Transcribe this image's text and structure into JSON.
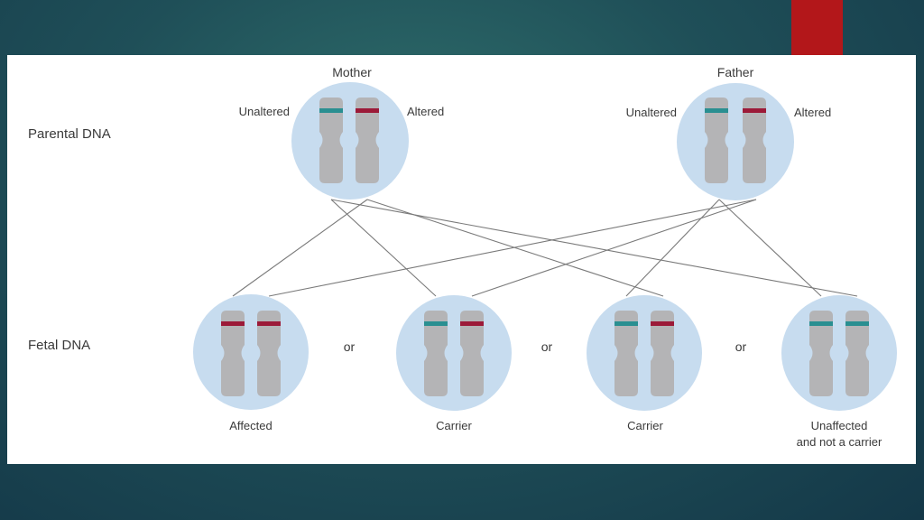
{
  "slide": {
    "colors": {
      "accent": "#b3171a",
      "circle": "#c7dcef",
      "chromosome": "#b4b4b6",
      "unaltered_band": "#2a8f91",
      "altered_band": "#9c1a38",
      "line": "#7a7a7a"
    }
  },
  "diagram": {
    "row_labels": {
      "parental": "Parental DNA",
      "fetal": "Fetal DNA"
    },
    "parents": [
      {
        "title": "Mother",
        "left_label": "Unaltered",
        "right_label": "Altered",
        "bands": [
          "unaltered",
          "altered"
        ]
      },
      {
        "title": "Father",
        "left_label": "Unaltered",
        "right_label": "Altered",
        "bands": [
          "unaltered",
          "altered"
        ]
      }
    ],
    "children": [
      {
        "caption": "Affected",
        "bands": [
          "altered",
          "altered"
        ]
      },
      {
        "caption": "Carrier",
        "bands": [
          "unaltered",
          "altered"
        ]
      },
      {
        "caption": "Carrier",
        "bands": [
          "unaltered",
          "altered"
        ]
      },
      {
        "caption_line1": "Unaffected",
        "caption_line2": "and not a carrier",
        "bands": [
          "unaltered",
          "unaltered"
        ]
      }
    ],
    "separators": [
      "or",
      "or",
      "or"
    ]
  }
}
